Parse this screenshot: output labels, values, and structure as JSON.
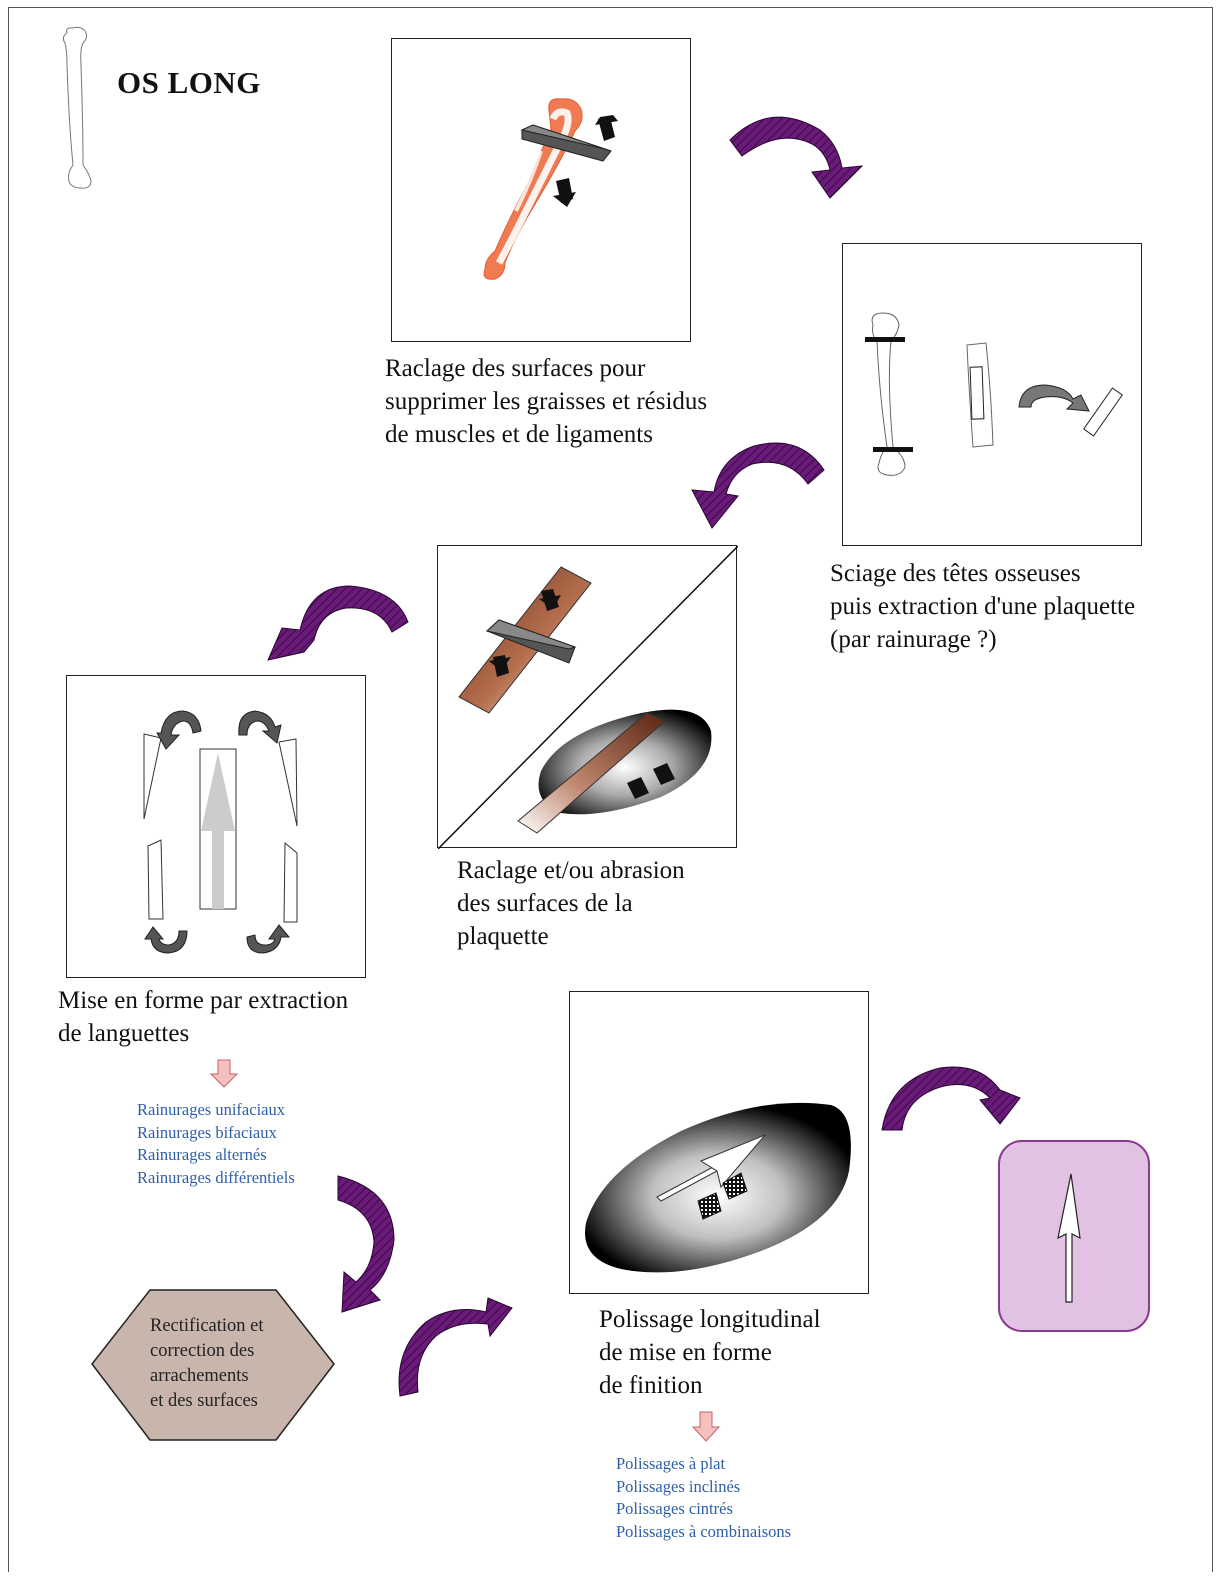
{
  "title": "OS LONG",
  "captions": {
    "scraping": [
      "Raclage des surfaces pour",
      "supprimer les graisses et résidus",
      "de muscles et de ligaments"
    ],
    "sawing": [
      "Sciage des têtes osseuses",
      "puis extraction d'une plaquette",
      "(par rainurage ?)"
    ],
    "abrasion": [
      "Raclage et/ou abrasion",
      "des surfaces de la",
      "plaquette"
    ],
    "shaping": [
      "Mise en forme par extraction",
      "de languettes"
    ],
    "polishing": [
      "Polissage longitudinal",
      "de mise en forme",
      "de finition"
    ]
  },
  "grooving_types": [
    "Rainurages unifaciaux",
    "Rainurages bifaciaux",
    "Rainurages alternés",
    "Rainurages différentiels"
  ],
  "rectification": [
    "Rectification et",
    "correction des",
    "arrachements",
    "et des surfaces"
  ],
  "polishing_types": [
    "Polissages à plat",
    "Polissages inclinés",
    "Polissages cintrés",
    "Polissages à combinaisons"
  ],
  "colors": {
    "arrow": "#6a1a78",
    "arrow_dark": "#3a0a46",
    "tissue": "#f07a52",
    "plaquette": "#8a4428",
    "hexagon": "#c8b5ab",
    "final_box": "#e2c2e2",
    "final_border": "#8a3a8e",
    "blue_text": "#2f5fa8",
    "pink_arrow": "#f6c0c0"
  }
}
